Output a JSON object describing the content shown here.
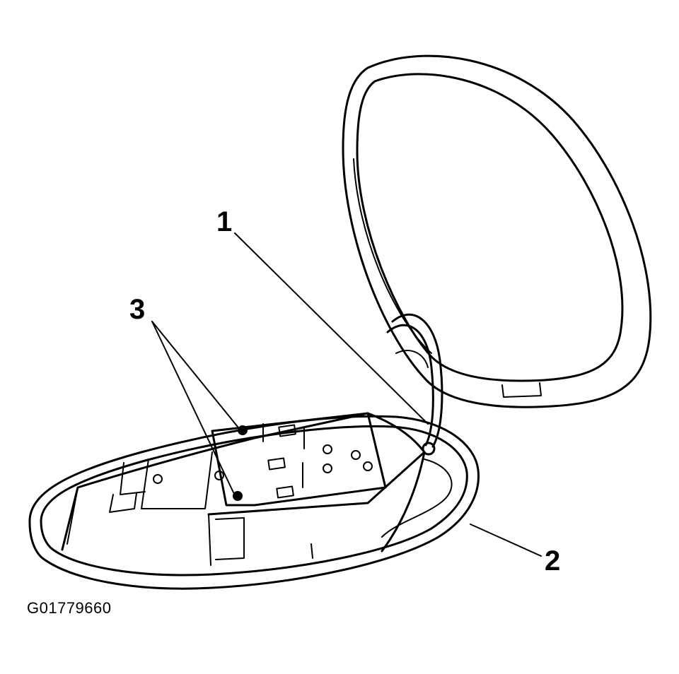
{
  "callouts": {
    "one": "1",
    "two": "2",
    "three": "3"
  },
  "figure_id": "G01779660"
}
